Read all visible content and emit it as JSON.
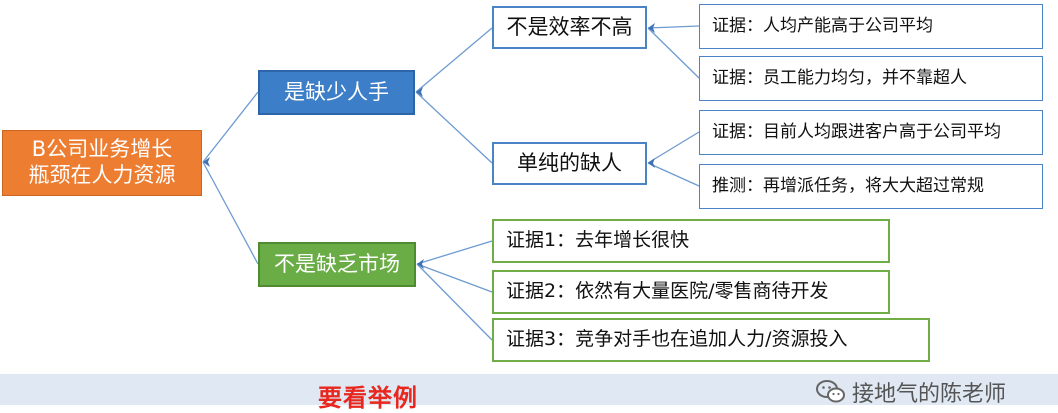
{
  "root": {
    "label": "B公司业务增长\n瓶颈在人力资源"
  },
  "branches": [
    {
      "label": "是缺少人手",
      "color": "#3d7ec8",
      "children": [
        {
          "label": "不是效率不高",
          "leaves": [
            "证据：人均产能高于公司平均",
            "证据：员工能力均匀，并不靠超人"
          ]
        },
        {
          "label": "单纯的缺人",
          "leaves": [
            "证据：目前人均跟进客户高于公司平均",
            "推测：再增派任务，将大大超过常规"
          ]
        }
      ]
    },
    {
      "label": "不是缺乏市场",
      "color": "#6aac46",
      "leaves": [
        "证据1：去年增长很快",
        "证据2：依然有大量医院/零售商待开发",
        "证据3：竞争对手也在追加人力/资源投入"
      ]
    }
  ],
  "bottom": {
    "text": "要看举例"
  },
  "watermark": {
    "icon": "wechat-icon",
    "text": "接地气的陈老师"
  },
  "colors": {
    "connector": "#6d9bd1",
    "accent_red": "#e8281e"
  }
}
